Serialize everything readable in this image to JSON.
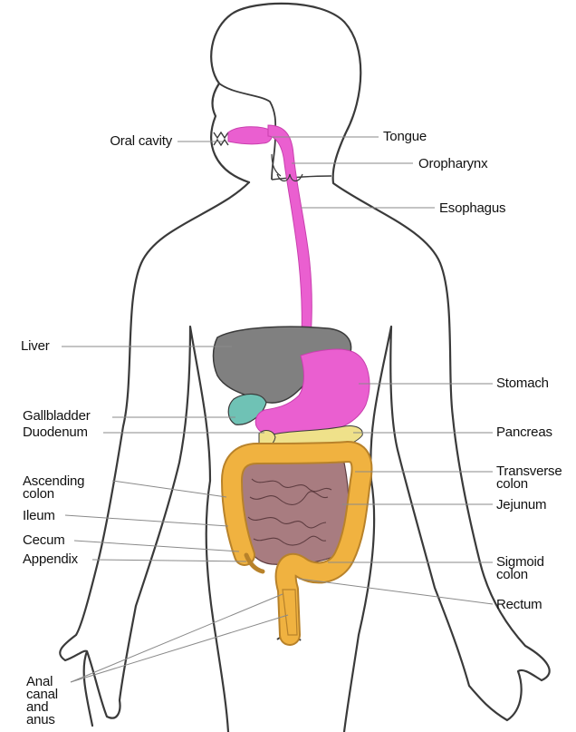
{
  "diagram": {
    "colors": {
      "outline": "#3a3a3a",
      "leader": "#8a8a8a",
      "tract_pink": "#ea5fd0",
      "liver": "#808080",
      "gallbladder": "#6fc2b5",
      "pancreas": "#efe18a",
      "colon": "#f0b240",
      "small_intestine": "#a87c80"
    },
    "labels": {
      "oral_cavity": "Oral cavity",
      "tongue": "Tongue",
      "oropharynx": "Oropharynx",
      "esophagus": "Esophagus",
      "liver": "Liver",
      "stomach": "Stomach",
      "gallbladder": "Gallbladder",
      "duodenum": "Duodenum",
      "pancreas": "Pancreas",
      "ascending_colon_1": "Ascending",
      "ascending_colon_2": "colon",
      "transverse_colon_1": "Transverse",
      "transverse_colon_2": "colon",
      "jejunum": "Jejunum",
      "ileum": "Ileum",
      "cecum": "Cecum",
      "appendix": "Appendix",
      "sigmoid_colon_1": "Sigmoid",
      "sigmoid_colon_2": "colon",
      "rectum": "Rectum",
      "anal_1": "Anal",
      "anal_2": "canal",
      "anal_3": "and",
      "anal_4": "anus"
    }
  }
}
